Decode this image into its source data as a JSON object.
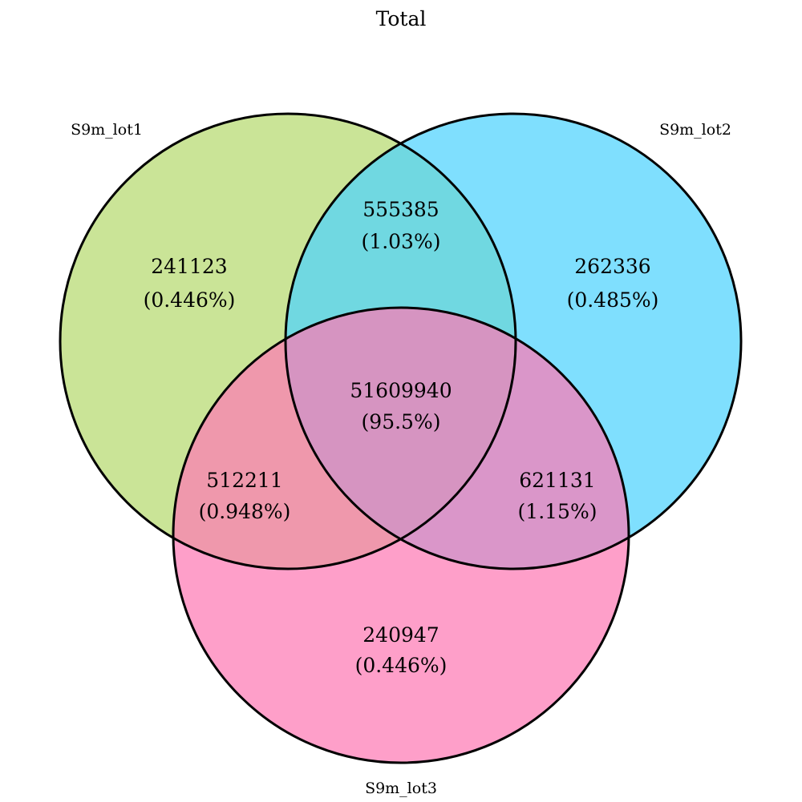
{
  "title": "Total",
  "sets": [
    {
      "id": "A",
      "name": "S9m_lot1",
      "color": "#b5d96f"
    },
    {
      "id": "B",
      "name": "S9m_lot2",
      "color": "#4dd2fd"
    },
    {
      "id": "C",
      "name": "S9m_lot3",
      "color": "#fd7ab4"
    }
  ],
  "regions": [
    {
      "sets": [
        "A"
      ],
      "count": "241123",
      "percent": "(0.446%)"
    },
    {
      "sets": [
        "B"
      ],
      "count": "262336",
      "percent": "(0.485%)"
    },
    {
      "sets": [
        "C"
      ],
      "count": "240947",
      "percent": "(0.446%)"
    },
    {
      "sets": [
        "A",
        "B"
      ],
      "count": "555385",
      "percent": "(1.03%)"
    },
    {
      "sets": [
        "A",
        "C"
      ],
      "count": "512211",
      "percent": "(0.948%)"
    },
    {
      "sets": [
        "B",
        "C"
      ],
      "count": "621131",
      "percent": "(1.15%)"
    },
    {
      "sets": [
        "A",
        "B",
        "C"
      ],
      "count": "51609940",
      "percent": "(95.5%)"
    }
  ]
}
